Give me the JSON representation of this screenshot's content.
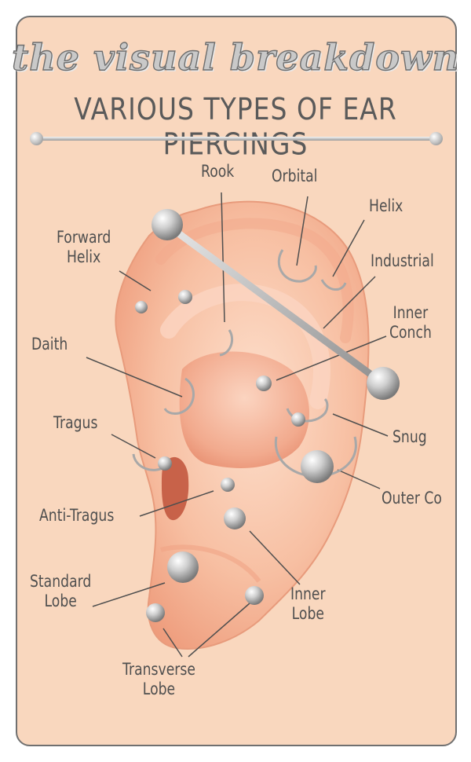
{
  "header": {
    "script_title": "the visual breakdown",
    "subtitle": "VARIOUS TYPES OF EAR PIERCINGS"
  },
  "piercings": {
    "rook": "Rook",
    "orbital": "Orbital",
    "helix": "Helix",
    "forward_helix": [
      "Forward",
      "Helix"
    ],
    "industrial": "Industrial",
    "inner_conch": [
      "Inner",
      "Conch"
    ],
    "daith": "Daith",
    "tragus": "Tragus",
    "snug": "Snug",
    "outer_conch": "Outer Co",
    "anti_tragus": "Anti-Tragus",
    "standard_lobe": [
      "Standard",
      "Lobe"
    ],
    "inner_lobe": [
      "Inner",
      "Lobe"
    ],
    "transverse_lobe": [
      "Transverse",
      "Lobe"
    ]
  },
  "colors": {
    "background": "#f9d7be",
    "skin": "#f6b597",
    "jewelry": "#b8b8b8",
    "text": "#4f4f4f"
  }
}
